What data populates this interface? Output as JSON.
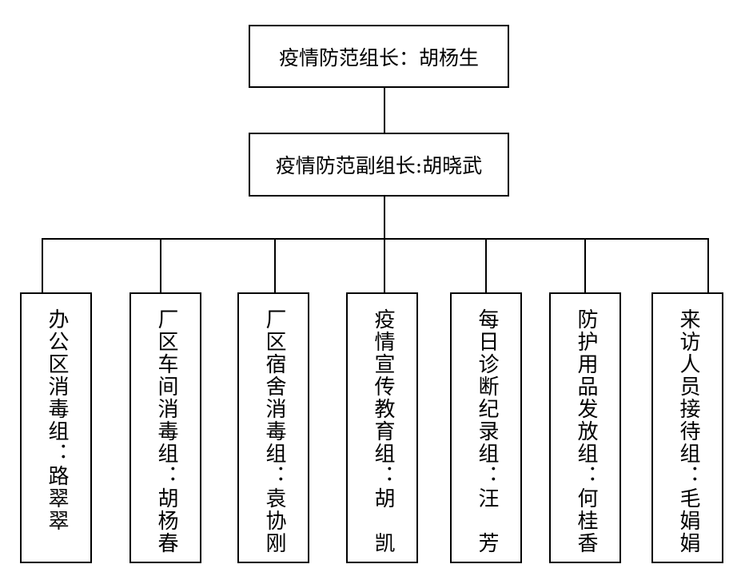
{
  "chart": {
    "leader": "疫情防范组长：胡杨生",
    "deputy": "疫情防范副组长:胡晓武",
    "groups": [
      {
        "text": "办公区消毒组：路翠翠"
      },
      {
        "text": "厂区车间消毒组：胡杨春"
      },
      {
        "text": "厂区宿舍消毒组：袁协刚"
      },
      {
        "text": "疫情宣传教育组：胡　凯"
      },
      {
        "text": "每日诊断纪录组：汪　芳"
      },
      {
        "text": "防护用品发放组：何桂香"
      },
      {
        "text": "来访人员接待组：毛娟娟"
      }
    ]
  }
}
